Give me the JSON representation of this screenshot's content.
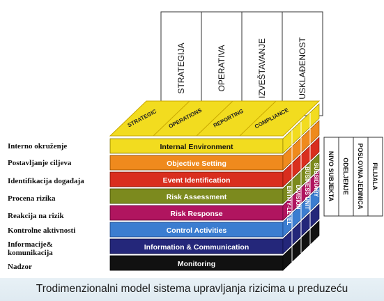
{
  "top_dimension": [
    "STRATEGIJA",
    "OPERATIVA",
    "IZVEŠTAVANJE",
    "USKLAĐENOST"
  ],
  "top_face_labels": [
    "STRATEGIC",
    "OPERATIONS",
    "REPORTING",
    "COMPLIANCE"
  ],
  "components": [
    {
      "label": "Internal Environment",
      "color": "#f2dc1f",
      "text_color": "#111111"
    },
    {
      "label": "Objective Setting",
      "color": "#ef8a1d",
      "text_color": "#ffffff"
    },
    {
      "label": "Event Identification",
      "color": "#d92e1e",
      "text_color": "#ffffff"
    },
    {
      "label": "Risk Assessment",
      "color": "#7c8a1e",
      "text_color": "#ffffff"
    },
    {
      "label": "Risk Response",
      "color": "#b0155f",
      "text_color": "#ffffff"
    },
    {
      "label": "Control Activities",
      "color": "#3b7dd0",
      "text_color": "#ffffff"
    },
    {
      "label": "Information & Communication",
      "color": "#24277a",
      "text_color": "#ffffff"
    },
    {
      "label": "Monitoring",
      "color": "#111111",
      "text_color": "#ffffff"
    }
  ],
  "left_labels": [
    "Interno okruženje",
    "Postavljanje ciljeva",
    "Identifikacija događaja",
    "Procena rizika",
    "Reakcija na rizik",
    "Kontrolne aktivnosti",
    "Informacije& komunikacija",
    "Nadzor"
  ],
  "side_face_labels": [
    "ENTITY-LEVEL",
    "DIVISION",
    "BUSINESS UNIT",
    "SUBSIDIARY"
  ],
  "right_dimension": [
    "NIVO SUBJEKTA",
    "ODELJENJE",
    "POSLOVNA JEDINICA",
    "FILIJALA"
  ],
  "caption": "Trodimenzionalni model sistema upravljanja rizicima u preduzeću"
}
